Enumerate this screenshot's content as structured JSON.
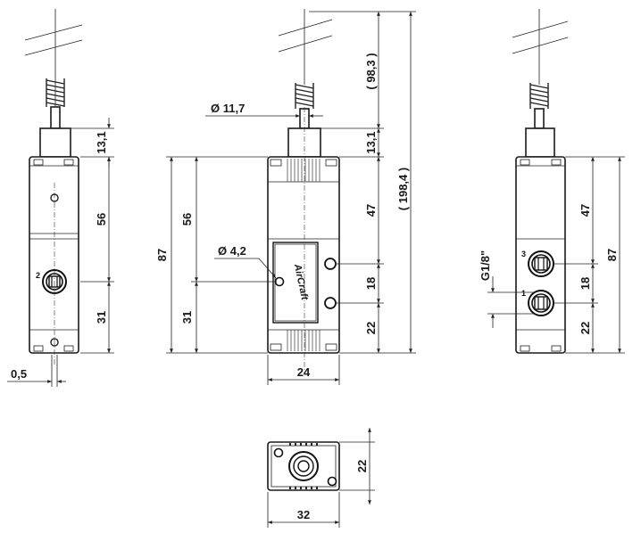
{
  "dimensions": {
    "d_left_gap": "0,5",
    "d_left_top": "13,1",
    "d_left_56": "56",
    "d_left_31": "31",
    "d_pin_dia": "11,7",
    "d_hole_dia": "4,2",
    "d_mid_87": "87",
    "d_mid_56": "56",
    "d_mid_31": "31",
    "d_mid_width": "24",
    "d_mid_983": "98,3",
    "d_mid_131": "13,1",
    "d_mid_47": "47",
    "d_mid_18": "18",
    "d_mid_22": "22",
    "d_total": "198,4",
    "d_right_thread": "G1/8\"",
    "d_right_47": "47",
    "d_right_18": "18",
    "d_right_22": "22",
    "d_right_87": "87",
    "d_bottom_32": "32",
    "d_bottom_22": "22"
  },
  "port_labels": {
    "left_port": "2",
    "right_top_port": "3",
    "right_bottom_port": "1"
  },
  "brand": "AirCraft"
}
